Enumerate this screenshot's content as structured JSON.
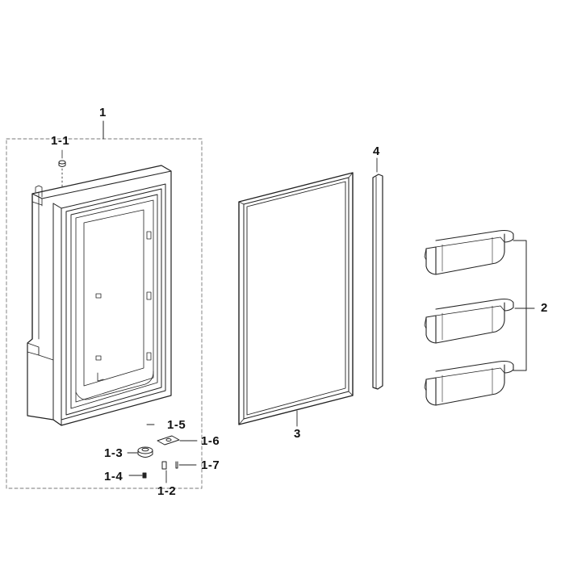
{
  "labels": {
    "assembly": "1",
    "cap": "1-1",
    "hinge_pin": "1-2",
    "hinge_bushing": "1-3",
    "screw_small": "1-4",
    "washer": "1-5",
    "hinge_plate": "1-6",
    "screw": "1-7",
    "guard": "2",
    "gasket": "3",
    "gasket_strip": "4"
  }
}
